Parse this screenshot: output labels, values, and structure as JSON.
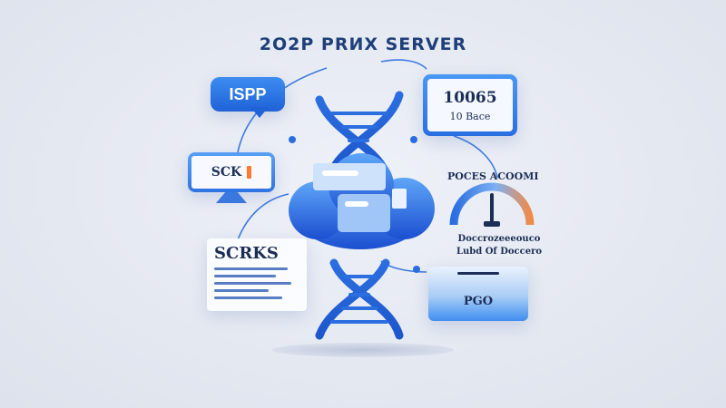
{
  "title": "2O2P PRИX SERVER",
  "badges": {
    "ispp": "ISPP",
    "counter_value": "10065",
    "counter_sub": "10 Bace",
    "monitor_text": "SCK",
    "doc_title": "SCRKS",
    "gauge_label": "POCES ACOOMI",
    "gauge_text_line1": "Doccrozeeeouco",
    "gauge_text_line2": "Lubd Of Doccero",
    "panel_text": "PGO"
  },
  "colors": {
    "accent": "#2b6ee0",
    "gauge_blue": "#2a6fe0",
    "gauge_orange": "#f08a4b",
    "text": "#1c2e55"
  },
  "icons": [
    "dna-helix-icon",
    "cloud-icon",
    "monitor-icon",
    "gauge-icon"
  ]
}
